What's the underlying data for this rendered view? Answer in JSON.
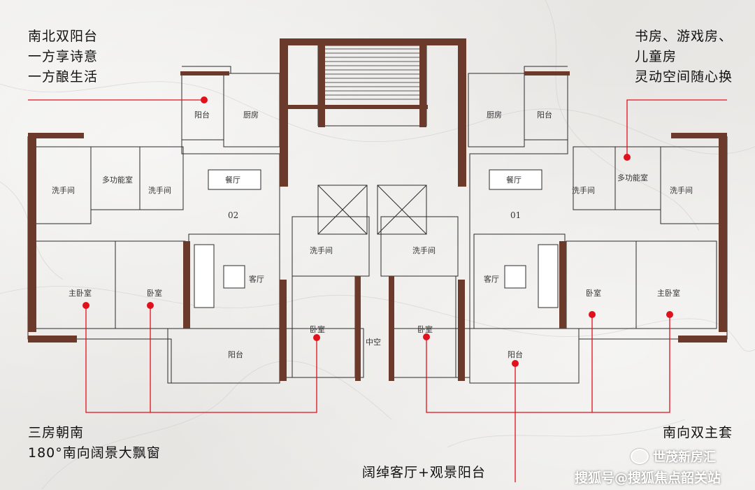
{
  "callouts": {
    "top_left": [
      "南北双阳台",
      "一方享诗意",
      "一方酿生活"
    ],
    "top_right": [
      "书房、游戏房、",
      "儿童房",
      "灵动空间随心换"
    ],
    "bottom_left": [
      "三房朝南",
      "180°南向阔景大飘窗"
    ],
    "bottom_center": [
      "阔绰客厅+观景阳台"
    ],
    "bottom_right": [
      "南向双主套"
    ]
  },
  "units": {
    "left": "02",
    "right": "01"
  },
  "rooms": {
    "balcony": "阳台",
    "kitchen": "厨房",
    "dining": "餐厅",
    "multi": "多功能室",
    "wash": "洗手间",
    "living": "客厅",
    "master": "主卧室",
    "bedroom": "卧室",
    "void": "中空"
  },
  "watermark": {
    "badge": "世茂新房汇",
    "source": "搜狐号@搜狐焦点韶关站"
  },
  "colors": {
    "wall": "#6b3a2a",
    "accent": "#e0101c",
    "line": "#2b2b2b"
  }
}
